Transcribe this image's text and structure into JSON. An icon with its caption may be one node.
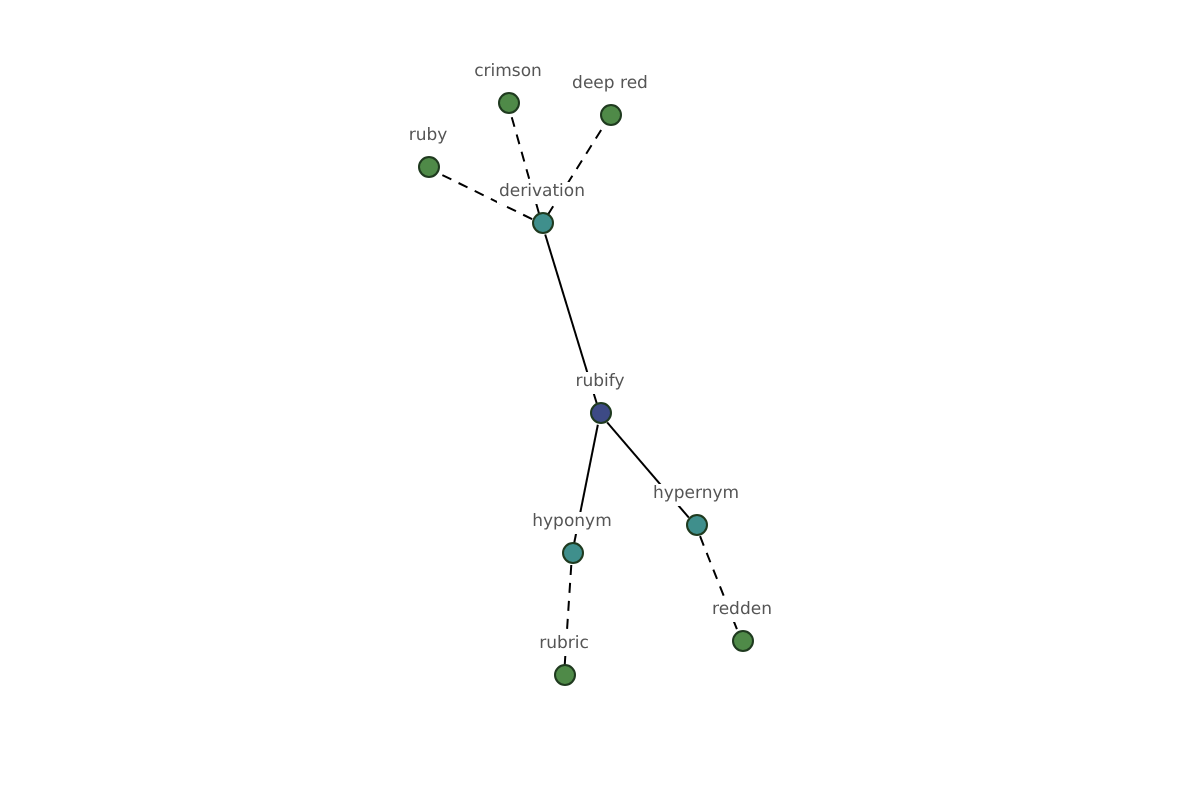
{
  "diagram": {
    "nodes": [
      {
        "text": [
          "crimson"
        ]
      },
      {
        "text": [
          "deep red"
        ]
      },
      {
        "text": [
          "ruby"
        ]
      },
      {
        "text": [
          "derivation"
        ]
      },
      {
        "text": [
          "rubify"
        ]
      },
      {
        "text": [
          "hypernym"
        ]
      },
      {
        "text": [
          "hyponym"
        ]
      },
      {
        "text": [
          "redden"
        ]
      },
      {
        "text": [
          "rubric"
        ]
      }
    ],
    "edges": [
      {
        "from": 3,
        "to": 0,
        "arrow": "none",
        "style": "dashed"
      },
      {
        "from": 3,
        "to": 1,
        "arrow": "none",
        "style": "dashed"
      },
      {
        "from": 3,
        "to": 2,
        "arrow": "none",
        "style": "dashed"
      },
      {
        "from": 4,
        "to": 3,
        "arrow": "none"
      },
      {
        "from": 4,
        "to": 6,
        "arrow": "none"
      },
      {
        "from": 4,
        "to": 5,
        "arrow": "none"
      },
      {
        "from": 6,
        "to": 8,
        "arrow": "none",
        "style": "dashed"
      },
      {
        "from": 5,
        "to": 7,
        "arrow": "none",
        "style": "dashed"
      }
    ]
  }
}
